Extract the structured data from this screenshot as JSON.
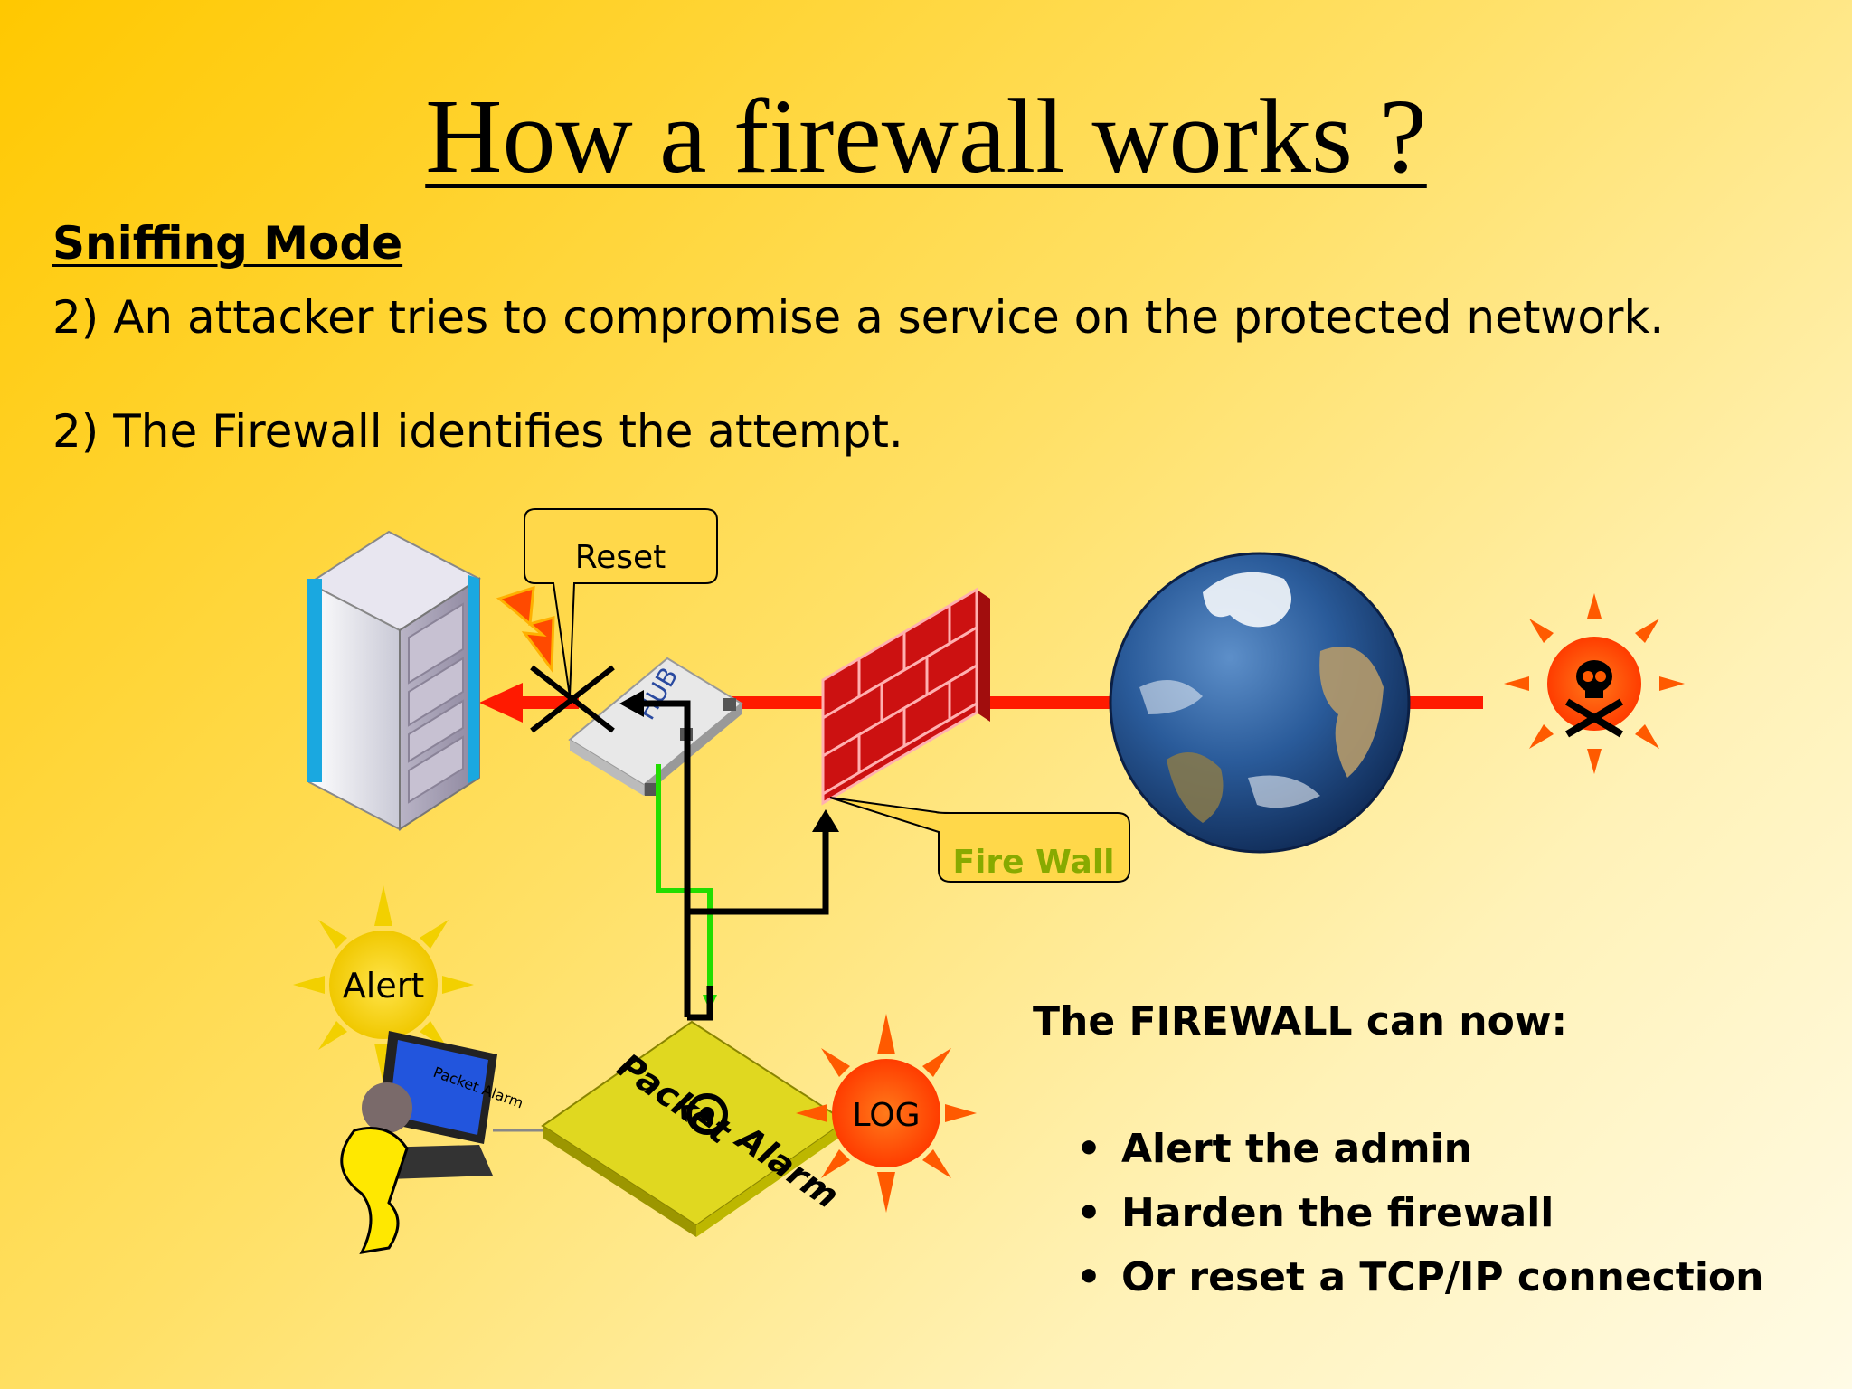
{
  "title": "How a firewall works ?",
  "section_heading": "Sniffing Mode",
  "steps": [
    "2) An attacker tries to compromise a service on the protected network.",
    "2) The Firewall identifies the attempt."
  ],
  "diagram": {
    "reset_label": "Reset",
    "hub_label": "HUB",
    "firewall_label": "Fire Wall",
    "alert_label": "Alert",
    "log_label": "LOG",
    "packet_alarm_label_1": "Packet",
    "packet_alarm_label_2": "Alarm",
    "screen_label": "Packet Alarm"
  },
  "capabilities": {
    "heading": "The FIREWALL can now:",
    "items": [
      "Alert the admin",
      "Harden the firewall",
      "Or reset a TCP/IP connection"
    ]
  },
  "colors": {
    "attack_line": "#ff1a00",
    "green_line": "#22dd00",
    "brick": "#cc1111",
    "firewall_label": "#88aa00",
    "sun_orange": "#ff5a00",
    "sun_yellow": "#f2d000"
  }
}
